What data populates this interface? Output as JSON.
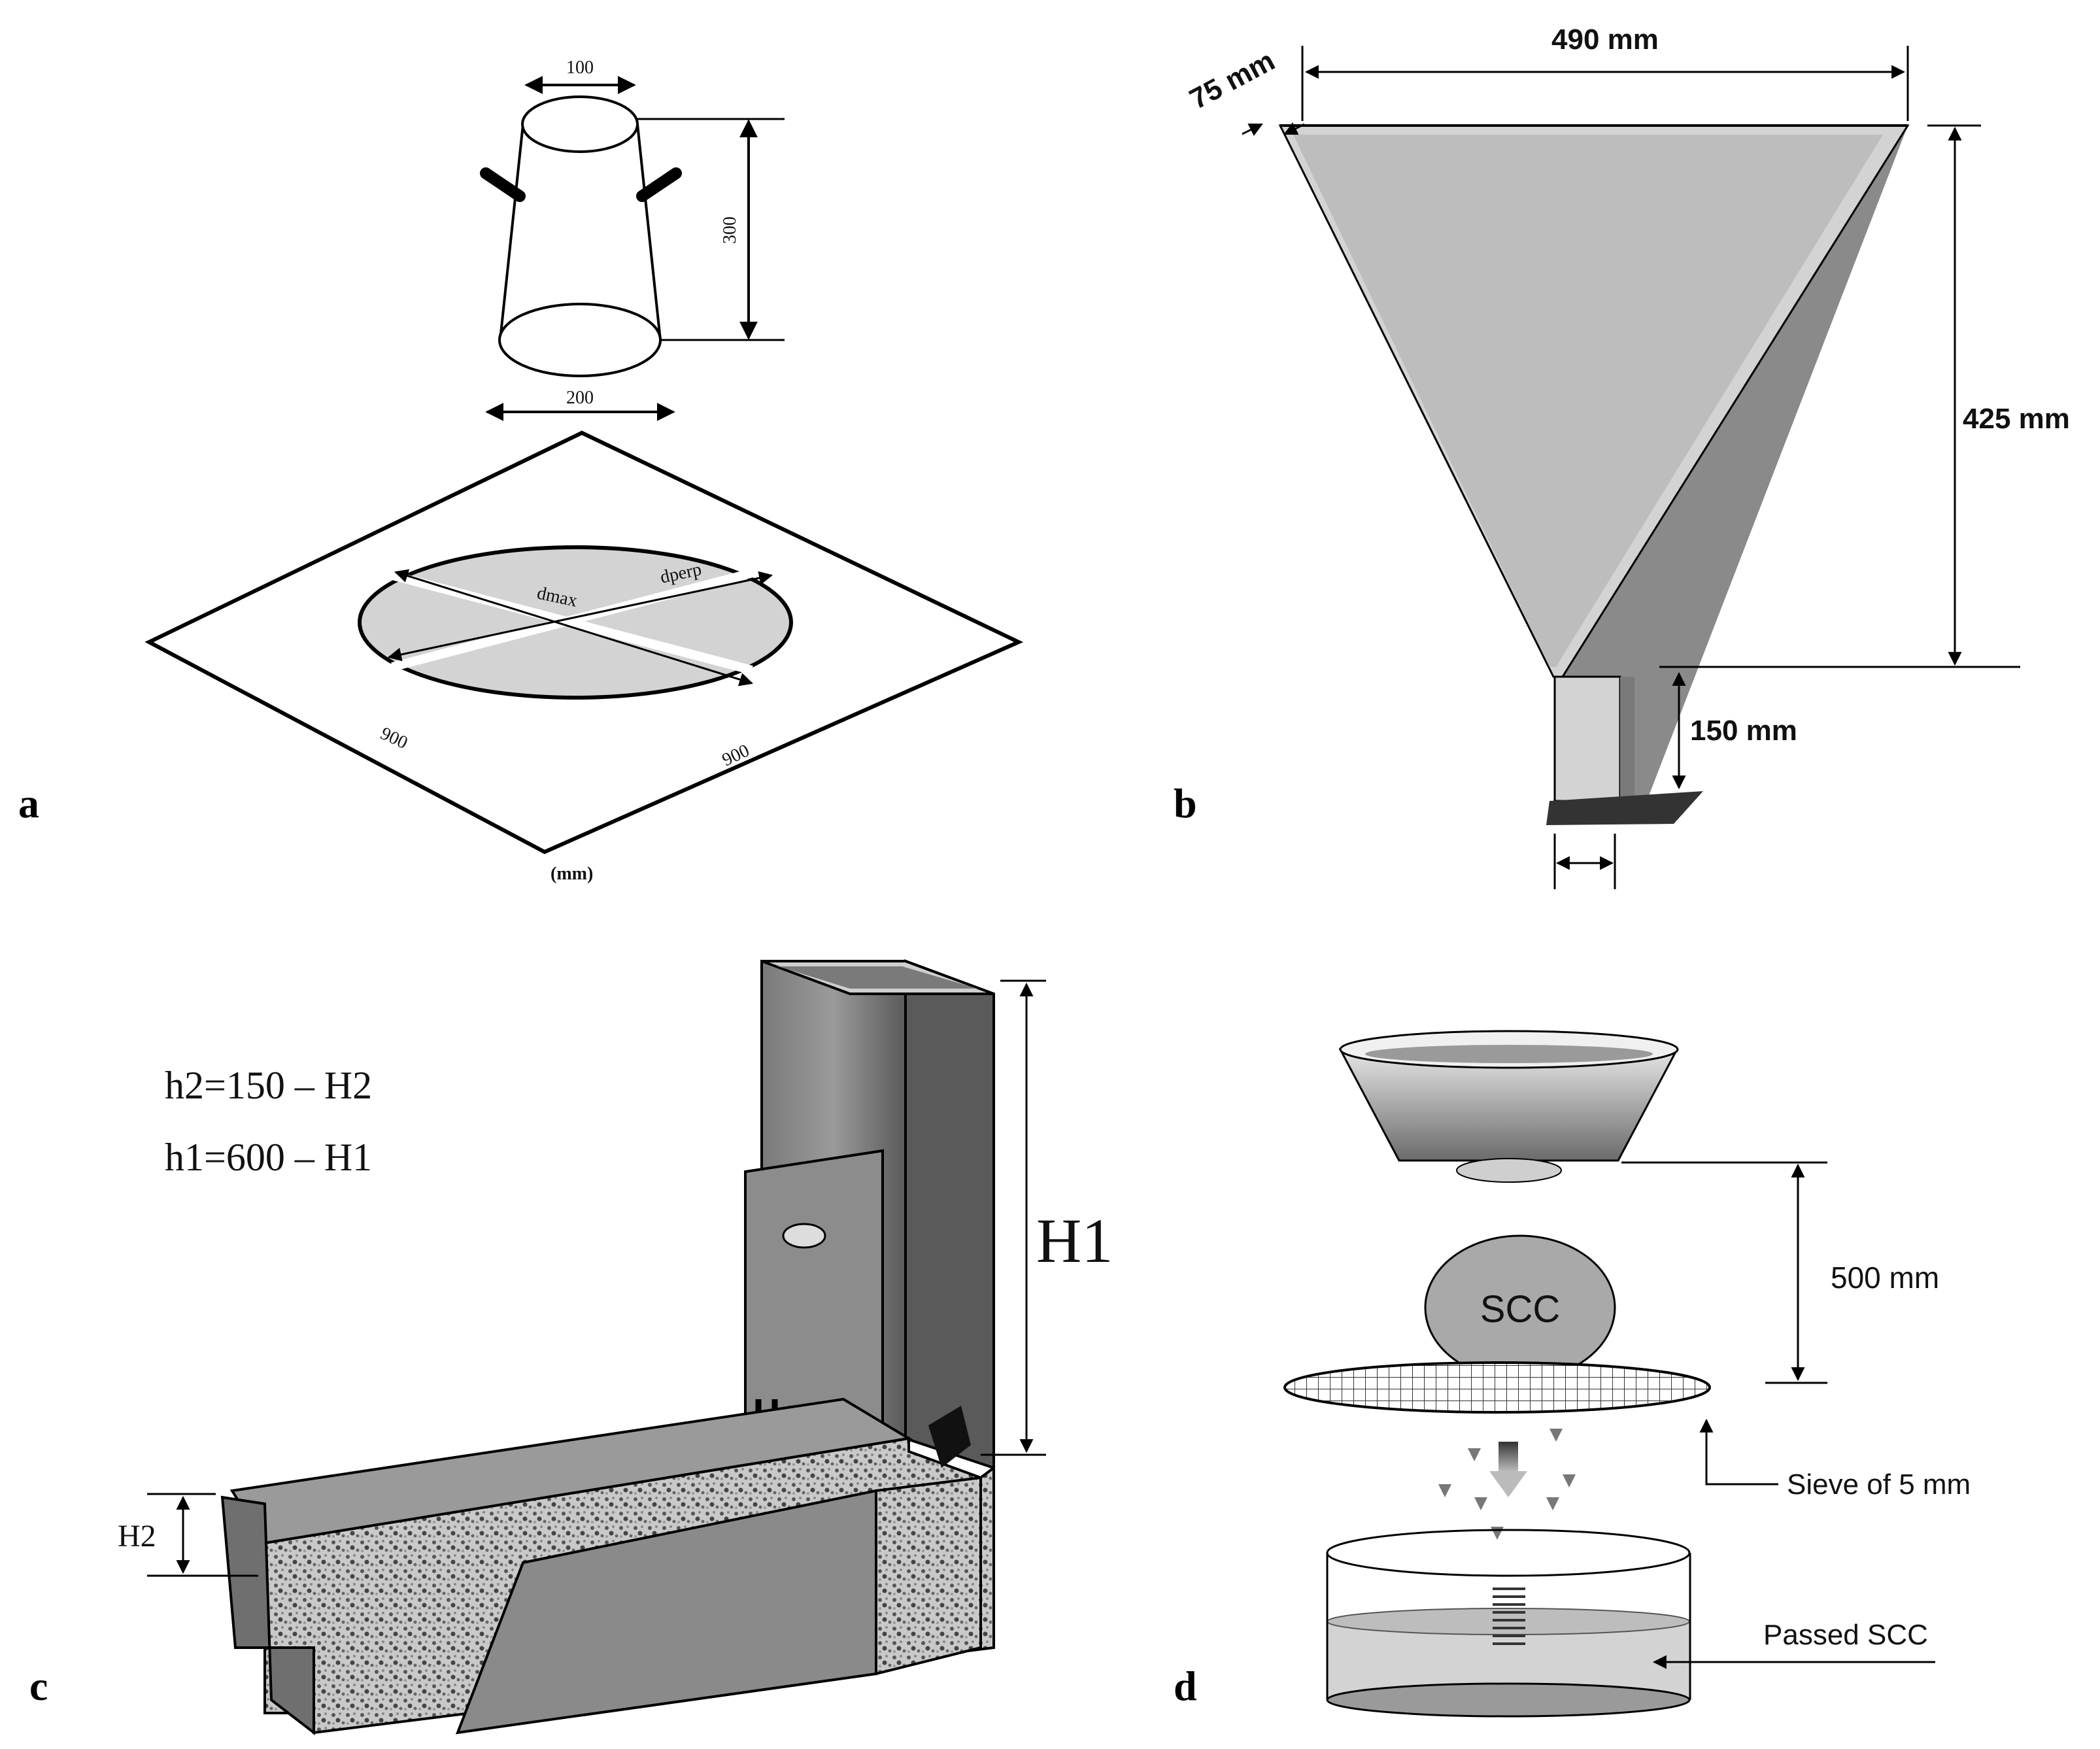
{
  "panels": {
    "a": {
      "label": "a",
      "top_diameter": "100",
      "height": "300",
      "bottom_diameter": "200",
      "spread_max": "dmax",
      "spread_perp": "dperp",
      "plate_side_1": "900",
      "plate_side_2": "900",
      "unit": "(mm)"
    },
    "b": {
      "label": "b",
      "top_width": "490 mm",
      "wall": "75 mm",
      "cone_height": "425 mm",
      "spout_height": "150 mm"
    },
    "c": {
      "label": "c",
      "eq_h2": "h2=150 – H2",
      "eq_h1": "h1=600 – H1",
      "H1": "H1",
      "H2": "H2"
    },
    "d": {
      "label": "d",
      "drop_height": "500 mm",
      "sample": "SCC",
      "sieve": "Sieve of 5 mm",
      "passed": "Passed SCC"
    }
  },
  "colors": {
    "fill_light": "#d3d3d3",
    "fill_mid": "#a9a9a9",
    "fill_dark": "#5f5f5f",
    "ink": "#111111"
  }
}
